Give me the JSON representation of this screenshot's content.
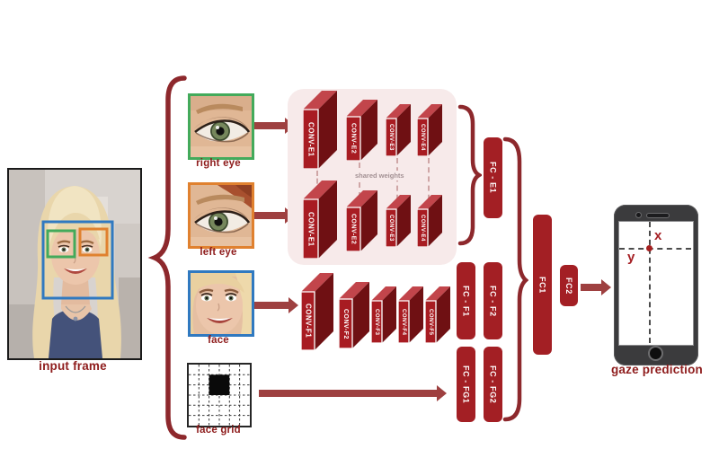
{
  "figure": {
    "description": "iTracker-style gaze prediction CNN architecture diagram"
  },
  "input": {
    "frame_label": "input frame"
  },
  "crops": [
    {
      "id": "right-eye",
      "label": "right eye"
    },
    {
      "id": "left-eye",
      "label": "left eye"
    },
    {
      "id": "face",
      "label": "face"
    },
    {
      "id": "face-grid",
      "label": "face grid"
    }
  ],
  "face_grid": {
    "rows": 6,
    "cols": 6,
    "filled_block": {
      "col": 2,
      "row": 1,
      "width": 2,
      "height": 2
    }
  },
  "conv": {
    "eye_top": [
      "CONV-E1",
      "CONV-E2",
      "CONV-E3",
      "CONV-E4"
    ],
    "eye_bottom": [
      "CONV-E1",
      "CONV-E2",
      "CONV-E3",
      "CONV-E4"
    ],
    "face_row": [
      "CONV-F1",
      "CONV-F2",
      "CONV-F3",
      "CONV-F4",
      "CONV-F5"
    ],
    "shared_weights_label": "shared weights"
  },
  "fc": {
    "e1": "FC - E1",
    "f1": "FC - F1",
    "f2": "FC - F2",
    "fg1": "FC - FG1",
    "fg2": "FC - FG2",
    "fc1": "FC1",
    "fc2": "FC2"
  },
  "output": {
    "x_label": "x",
    "y_label": "y",
    "caption": "gaze prediction"
  },
  "colors": {
    "block_front": "#a81c22",
    "block_top": "#c2454b",
    "block_side": "#6f1013",
    "fc_bar": "#a31f24",
    "arrow": "#9e4040",
    "brace": "#8d282c",
    "caption_text": "#8e1c1c",
    "pink_panel": "#f7eaea",
    "right_eye_box": "#43aa5b",
    "left_eye_box": "#e0812f",
    "face_box": "#3079c0"
  }
}
